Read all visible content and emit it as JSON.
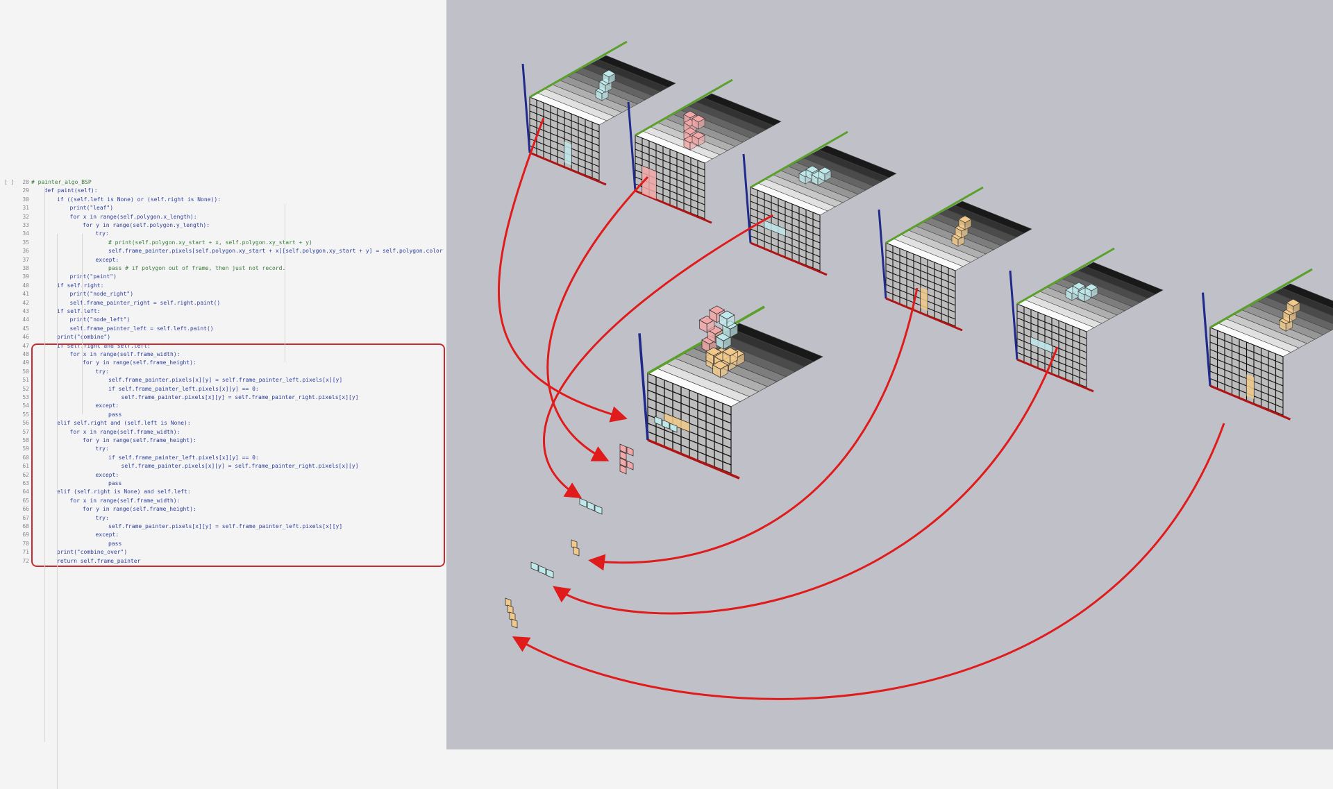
{
  "code": {
    "cell_marker": "[ ]",
    "lines": [
      {
        "n": "28",
        "indent": 0,
        "text": "# painter_algo_BSP"
      },
      {
        "n": "29",
        "indent": 1,
        "text": "def paint(self):"
      },
      {
        "n": "30",
        "indent": 2,
        "text": "if ((self.left is None) or (self.right is None)):"
      },
      {
        "n": "31",
        "indent": 3,
        "text": "print(\"leaf\")"
      },
      {
        "n": "32",
        "indent": 3,
        "text": "for x in range(self.polygon.x_length):"
      },
      {
        "n": "33",
        "indent": 4,
        "text": "for y in range(self.polygon.y_length):"
      },
      {
        "n": "34",
        "indent": 5,
        "text": "try:"
      },
      {
        "n": "35",
        "indent": 6,
        "text": "# print(self.polygon.xy_start + x, self.polygon.xy_start + y)"
      },
      {
        "n": "36",
        "indent": 6,
        "text": "self.frame_painter.pixels[self.polygon.xy_start + x][self.polygon.xy_start + y] = self.polygon.color"
      },
      {
        "n": "37",
        "indent": 5,
        "text": "except:"
      },
      {
        "n": "38",
        "indent": 6,
        "text": "pass # if polygon out of frame, then just not record."
      },
      {
        "n": "39",
        "indent": 3,
        "text": "print(\"paint\")"
      },
      {
        "n": "40",
        "indent": 2,
        "text": "if self.right:"
      },
      {
        "n": "41",
        "indent": 3,
        "text": "print(\"node_right\")"
      },
      {
        "n": "42",
        "indent": 3,
        "text": "self.frame_painter_right = self.right.paint()"
      },
      {
        "n": "43",
        "indent": 2,
        "text": "if self.left:"
      },
      {
        "n": "44",
        "indent": 3,
        "text": "print(\"node_left\")"
      },
      {
        "n": "45",
        "indent": 3,
        "text": "self.frame_painter_left = self.left.paint()"
      },
      {
        "n": "46",
        "indent": 2,
        "text": "print(\"combine\")"
      },
      {
        "n": "47",
        "indent": 2,
        "text": "if self.right and self.left:"
      },
      {
        "n": "48",
        "indent": 3,
        "text": "for x in range(self.frame_width):"
      },
      {
        "n": "49",
        "indent": 4,
        "text": "for y in range(self.frame_height):"
      },
      {
        "n": "50",
        "indent": 5,
        "text": "try:"
      },
      {
        "n": "51",
        "indent": 6,
        "text": "self.frame_painter.pixels[x][y] = self.frame_painter_left.pixels[x][y]"
      },
      {
        "n": "52",
        "indent": 6,
        "text": "if self.frame_painter_left.pixels[x][y] == 0:"
      },
      {
        "n": "53",
        "indent": 7,
        "text": "self.frame_painter.pixels[x][y] = self.frame_painter_right.pixels[x][y]"
      },
      {
        "n": "54",
        "indent": 5,
        "text": "except:"
      },
      {
        "n": "55",
        "indent": 6,
        "text": "pass"
      },
      {
        "n": "56",
        "indent": 2,
        "text": "elif self.right and (self.left is None):"
      },
      {
        "n": "57",
        "indent": 3,
        "text": "for x in range(self.frame_width):"
      },
      {
        "n": "58",
        "indent": 4,
        "text": "for y in range(self.frame_height):"
      },
      {
        "n": "59",
        "indent": 5,
        "text": "try:"
      },
      {
        "n": "60",
        "indent": 6,
        "text": "if self.frame_painter_left.pixels[x][y] == 0:"
      },
      {
        "n": "61",
        "indent": 7,
        "text": "self.frame_painter.pixels[x][y] = self.frame_painter_right.pixels[x][y]"
      },
      {
        "n": "62",
        "indent": 5,
        "text": "except:"
      },
      {
        "n": "63",
        "indent": 6,
        "text": "pass"
      },
      {
        "n": "64",
        "indent": 2,
        "text": "elif (self.right is None) and self.left:"
      },
      {
        "n": "65",
        "indent": 3,
        "text": "for x in range(self.frame_width):"
      },
      {
        "n": "66",
        "indent": 4,
        "text": "for y in range(self.frame_height):"
      },
      {
        "n": "67",
        "indent": 5,
        "text": "try:"
      },
      {
        "n": "68",
        "indent": 6,
        "text": "self.frame_painter.pixels[x][y] = self.frame_painter_left.pixels[x][y]"
      },
      {
        "n": "69",
        "indent": 5,
        "text": "except:"
      },
      {
        "n": "70",
        "indent": 6,
        "text": "pass"
      },
      {
        "n": "71",
        "indent": 2,
        "text": "print(\"combine_over\")"
      },
      {
        "n": "72",
        "indent": 2,
        "text": "return self.frame_painter"
      }
    ]
  },
  "scene": {
    "colors": {
      "background": "#c0c0c9",
      "arrow": "#e01b1b",
      "x_axis": "#b01515",
      "y_axis": "#5aa02a",
      "z_axis": "#1f2a8a",
      "cyan_piece": "#bfe8ea",
      "pink_piece": "#f2a8a8",
      "tan_piece": "#f1c98a",
      "grid_line": "#111111"
    },
    "frames": [
      {
        "id": "frame-1",
        "piece": "cyan_piece",
        "shape": "I-bar"
      },
      {
        "id": "frame-2",
        "piece": "pink_piece",
        "shape": "E-shape"
      },
      {
        "id": "frame-3",
        "piece": "cyan_piece",
        "shape": "S-piece"
      },
      {
        "id": "frame-4",
        "piece": "tan_piece",
        "shape": "I-bar"
      },
      {
        "id": "frame-5",
        "piece": "cyan_piece",
        "shape": "S-piece"
      },
      {
        "id": "frame-6",
        "piece": "tan_piece",
        "shape": "I-bar"
      }
    ],
    "combined_frame": {
      "id": "combined",
      "pieces": [
        "pink_piece",
        "cyan_piece",
        "tan_piece"
      ]
    },
    "stack_icons": [
      {
        "id": "stack-1",
        "piece": "cyan_piece"
      },
      {
        "id": "stack-2",
        "piece": "pink_piece"
      },
      {
        "id": "stack-3",
        "piece": "cyan_piece"
      },
      {
        "id": "stack-4",
        "piece": "tan_piece"
      },
      {
        "id": "stack-5",
        "piece": "cyan_piece"
      },
      {
        "id": "stack-6",
        "piece": "tan_piece"
      }
    ]
  }
}
